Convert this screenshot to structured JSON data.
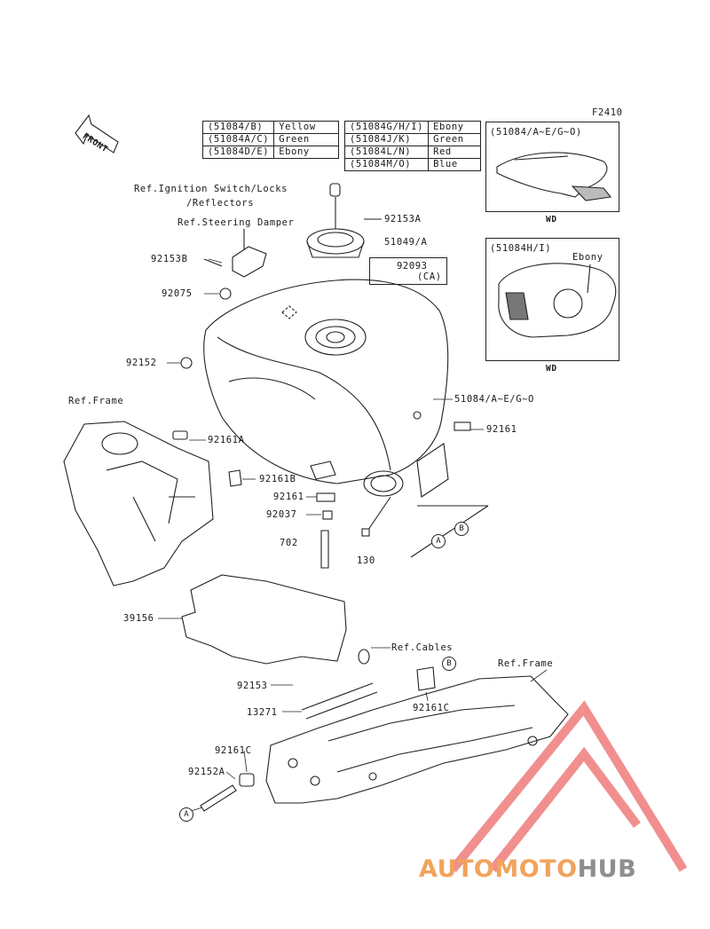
{
  "figure_code": "F2410",
  "front_label": "FRONT",
  "color_table_left": [
    {
      "code": "(51084/B)",
      "color": "Yellow"
    },
    {
      "code": "(51084A/C)",
      "color": "Green"
    },
    {
      "code": "(51084D/E)",
      "color": "Ebony"
    }
  ],
  "color_table_right": [
    {
      "code": "(51084G/H/I)",
      "color": "Ebony"
    },
    {
      "code": "(51084J/K)",
      "color": "Green"
    },
    {
      "code": "(51084L/N)",
      "color": "Red"
    },
    {
      "code": "(51084M/O)",
      "color": "Blue"
    }
  ],
  "inset_top": {
    "title": "(51084/A~E/G~O)",
    "caption": "WD"
  },
  "inset_bottom": {
    "title": "(51084H/I)",
    "note": "Ebony",
    "caption": "WD"
  },
  "labels": {
    "ref_ignition_1": "Ref.Ignition Switch/Locks",
    "ref_ignition_2": "/Reflectors",
    "ref_steering": "Ref.Steering Damper",
    "p92153A": "92153A",
    "p51049A": "51049/A",
    "p92093": "92093",
    "p92093_ca": "(CA)",
    "p92153B": "92153B",
    "p92075": "92075",
    "p92152": "92152",
    "ref_frame_left": "Ref.Frame",
    "p51084": "51084/A~E/G~O",
    "p92161A": "92161A",
    "p92161": "92161",
    "p92161B": "92161B",
    "p92161_mid": "92161",
    "p92037": "92037",
    "p702": "702",
    "p130": "130",
    "p39156": "39156",
    "ref_cables": "Ref.Cables",
    "ref_frame_right": "Ref.Frame",
    "p92153": "92153",
    "p13271": "13271",
    "p92161C_right": "92161C",
    "p92161C_left": "92161C",
    "p92152A": "92152A",
    "circle_a": "A",
    "circle_b": "B"
  },
  "watermark": {
    "part1": "AUTOMOTO",
    "part2": "HUB",
    "color1": "#f2a35c",
    "color2": "#8e8e8e",
    "triangle_color": "#ec6a6a"
  }
}
